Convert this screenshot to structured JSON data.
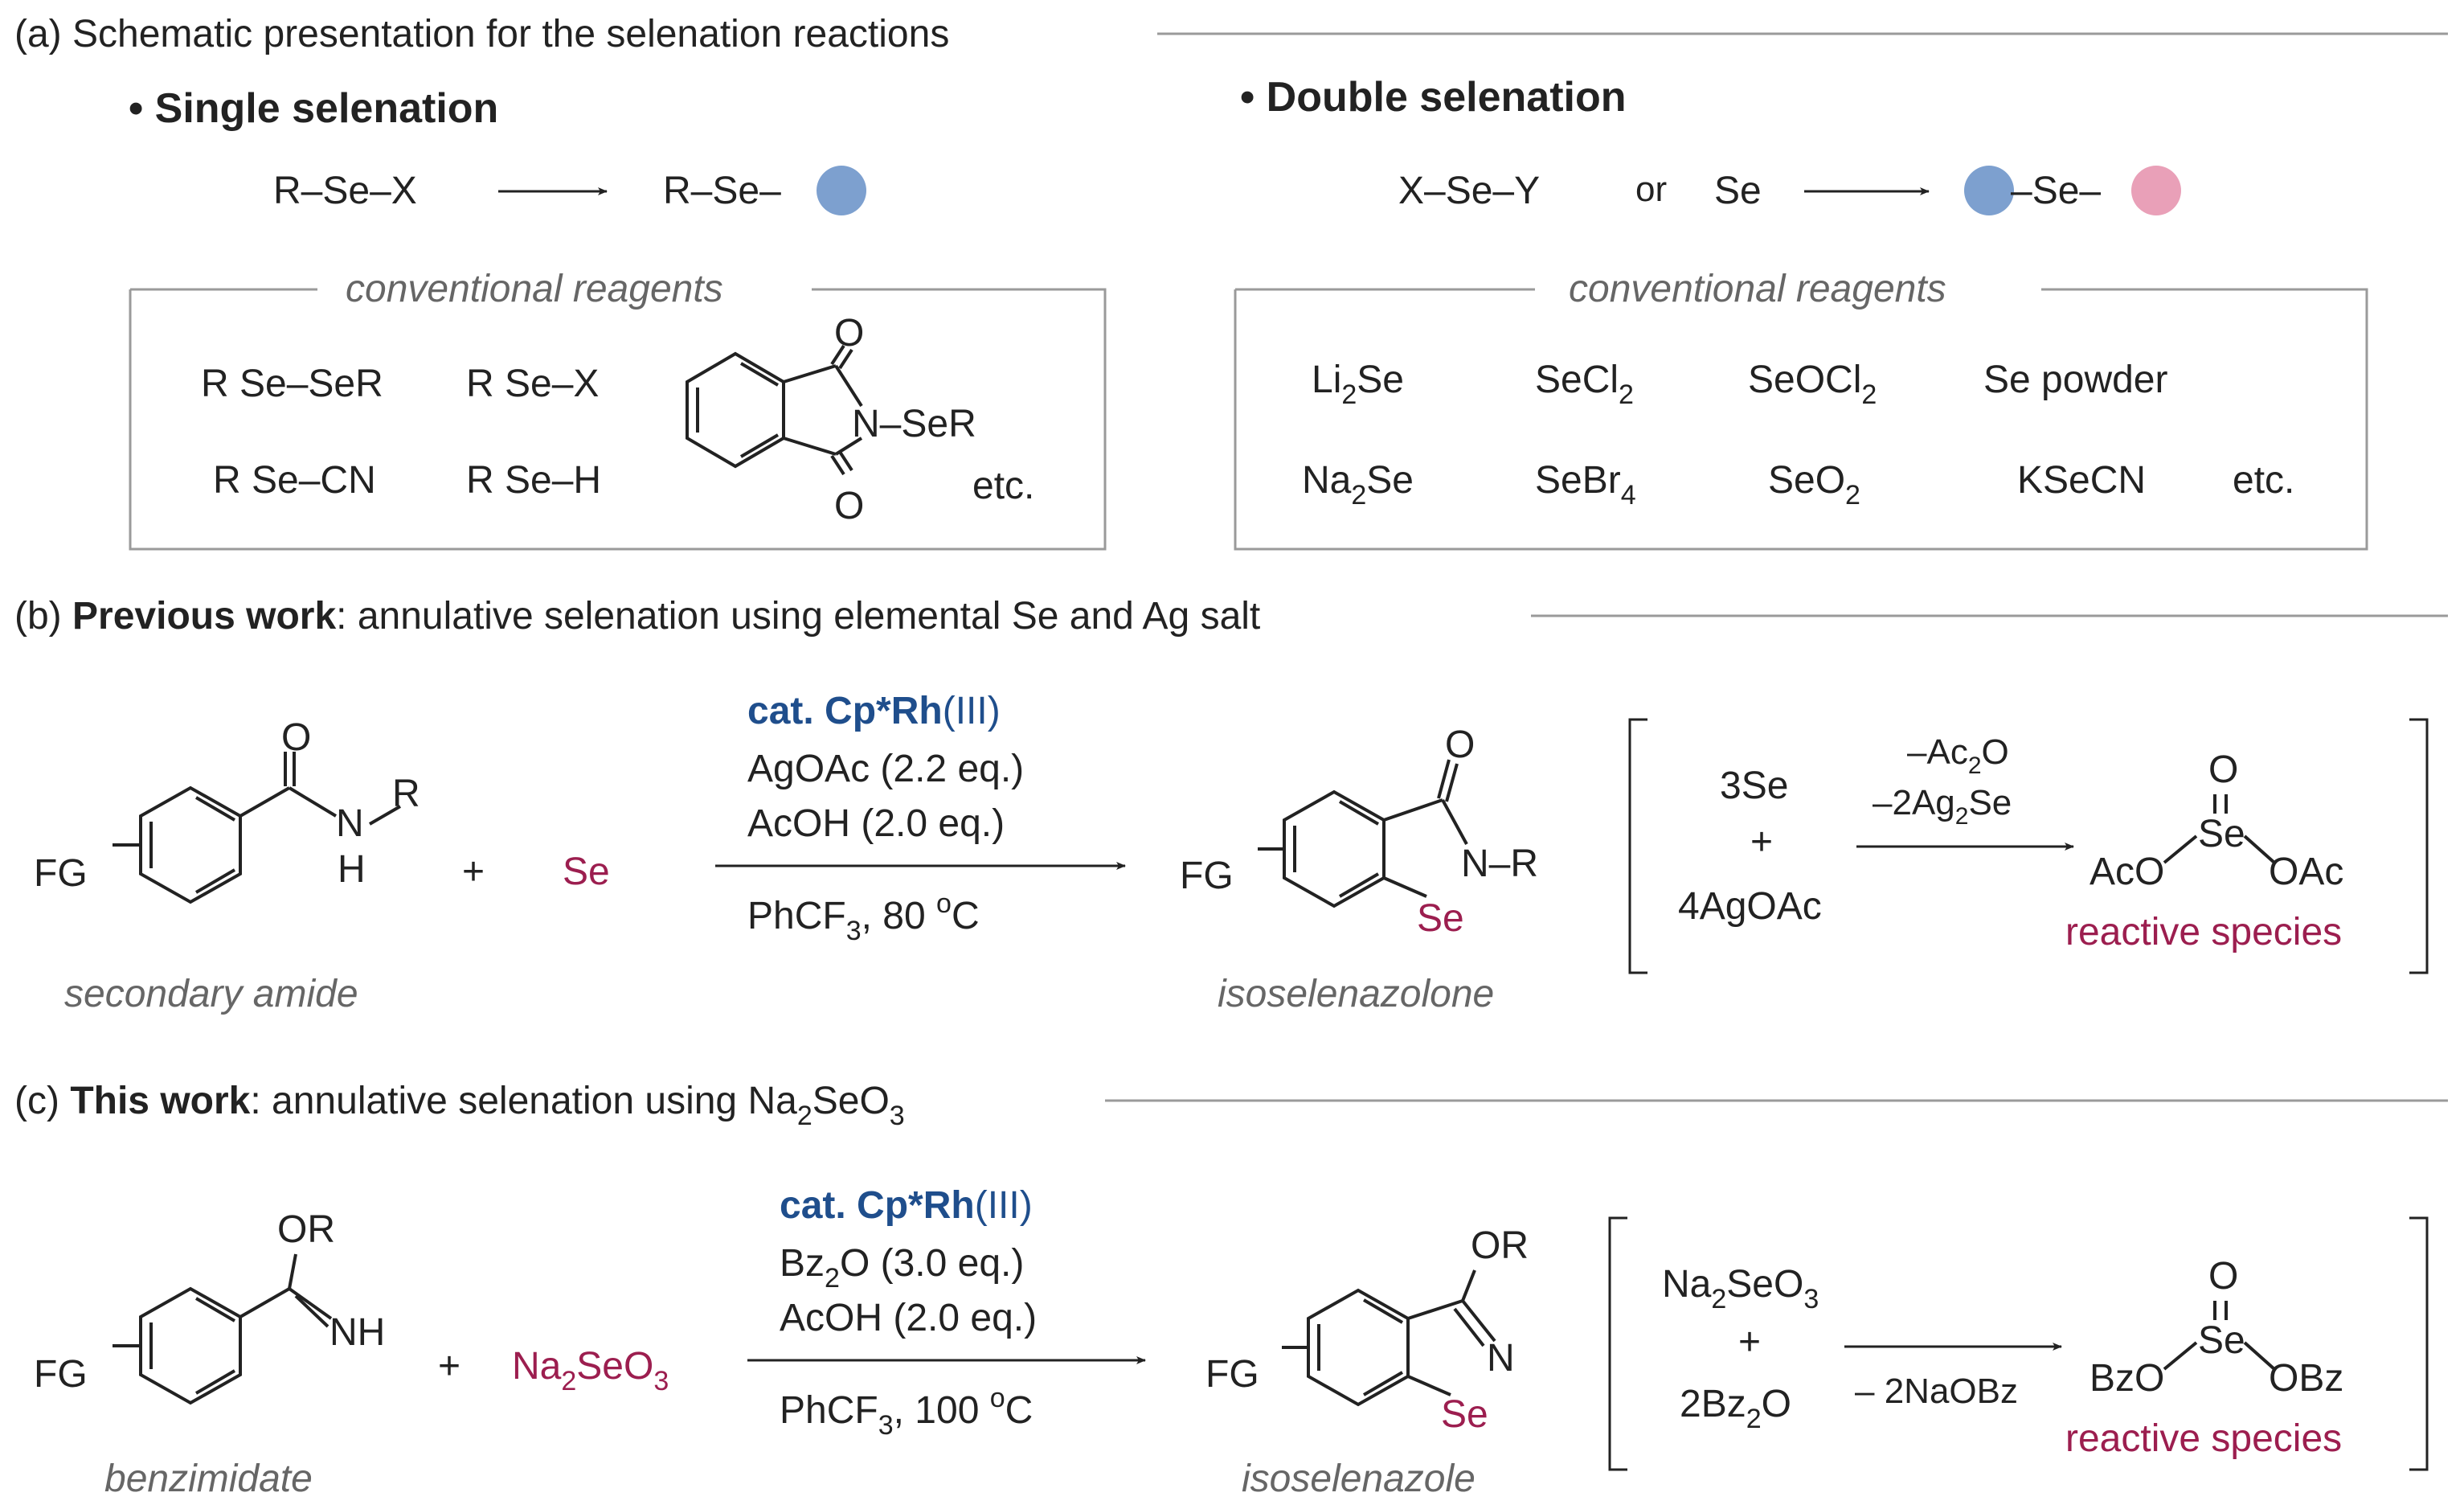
{
  "colors": {
    "text": "#222222",
    "blue": "#1f4e8c",
    "maroon": "#9c1e4f",
    "gray": "#666666",
    "box": "#9a9a9a",
    "circle_blue": "#7da0cf",
    "circle_pink": "#e9a0b8"
  },
  "section_a": {
    "label": "(a)",
    "title": "Schematic presentation for the selenation reactions",
    "single": {
      "heading": "• Single selenation",
      "eq_left": "R–Se–X",
      "eq_right": "R–Se–",
      "box_title": "conventional reagents",
      "reagents": [
        "R Se–SeR",
        "R Se–X",
        "R Se–CN",
        "R Se–H"
      ],
      "phthalimide": {
        "o": "O",
        "n_sub": "N–SeR"
      },
      "etc": "etc."
    },
    "double": {
      "heading": "• Double selenation",
      "eq_left": "X–Se–Y",
      "or": "or",
      "se": "Se",
      "eq_mid": "–Se–",
      "box_title": "conventional reagents",
      "reagents": [
        {
          "base": "Li",
          "sub": "2",
          "rest": "Se"
        },
        {
          "base": "SeCl",
          "sub": "2",
          "rest": ""
        },
        {
          "base": "SeOCl",
          "sub": "2",
          "rest": ""
        },
        {
          "base": "Se powder",
          "sub": "",
          "rest": ""
        },
        {
          "base": "Na",
          "sub": "2",
          "rest": "Se"
        },
        {
          "base": "SeBr",
          "sub": "4",
          "rest": ""
        },
        {
          "base": "SeO",
          "sub": "2",
          "rest": ""
        },
        {
          "base": "KSeCN",
          "sub": "",
          "rest": ""
        }
      ],
      "etc": "etc."
    }
  },
  "section_b": {
    "label": "(b)",
    "bold": "Previous work",
    "rest": ": annulative selenation using elemental Se and Ag salt",
    "substrate_label": "secondary amide",
    "substrate": {
      "o": "O",
      "n": "N",
      "h": "H",
      "r": "R",
      "fg": "FG"
    },
    "plus": "+",
    "reagent": "Se",
    "conditions": {
      "cat_bold": "cat. Cp*Rh",
      "cat_ox": "(III)",
      "line2": "AgOAc (2.2 eq.)",
      "line3": "AcOH (2.0 eq.)",
      "line4_a": "PhCF",
      "line4_sub": "3",
      "line4_b": ", 80 ",
      "line4_sup": "o",
      "line4_c": "C"
    },
    "product_label": "isoselenazolone",
    "product": {
      "o": "O",
      "n": "N–R",
      "se": "Se",
      "fg": "FG"
    },
    "bracket": {
      "top": "3Se",
      "plus": "+",
      "bottom": "4AgOAc",
      "arrow_top_a": "–Ac",
      "arrow_top_sub": "2",
      "arrow_top_b": "O",
      "arrow_bot_a": "–2Ag",
      "arrow_bot_sub": "2",
      "arrow_bot_b": "Se",
      "species_o": "O",
      "species_se": "Se",
      "species_left": "AcO",
      "species_right": "OAc",
      "species_label": "reactive species"
    }
  },
  "section_c": {
    "label": "(c)",
    "bold": "This work",
    "rest_a": ": annulative selenation using Na",
    "rest_sub1": "2",
    "rest_b": "SeO",
    "rest_sub2": "3",
    "substrate_label": "benzimidate",
    "substrate": {
      "or": "OR",
      "nh": "NH",
      "fg": "FG"
    },
    "plus": "+",
    "reagent_a": "Na",
    "reagent_sub1": "2",
    "reagent_b": "SeO",
    "reagent_sub2": "3",
    "conditions": {
      "cat_bold": "cat. Cp*Rh",
      "cat_ox": "(III)",
      "line2_a": "Bz",
      "line2_sub": "2",
      "line2_b": "O (3.0 eq.)",
      "line3": "AcOH (2.0 eq.)",
      "line4_a": "PhCF",
      "line4_sub": "3",
      "line4_b": ", 100 ",
      "line4_sup": "o",
      "line4_c": "C"
    },
    "product_label": "isoselenazole",
    "product": {
      "or": "OR",
      "n": "N",
      "se": "Se",
      "fg": "FG"
    },
    "bracket": {
      "top_a": "Na",
      "top_sub1": "2",
      "top_b": "SeO",
      "top_sub2": "3",
      "plus": "+",
      "bottom_a": "2Bz",
      "bottom_sub": "2",
      "bottom_b": "O",
      "arrow_label": "– 2NaOBz",
      "species_o": "O",
      "species_se": "Se",
      "species_left": "BzO",
      "species_right": "OBz",
      "species_label": "reactive species"
    }
  }
}
